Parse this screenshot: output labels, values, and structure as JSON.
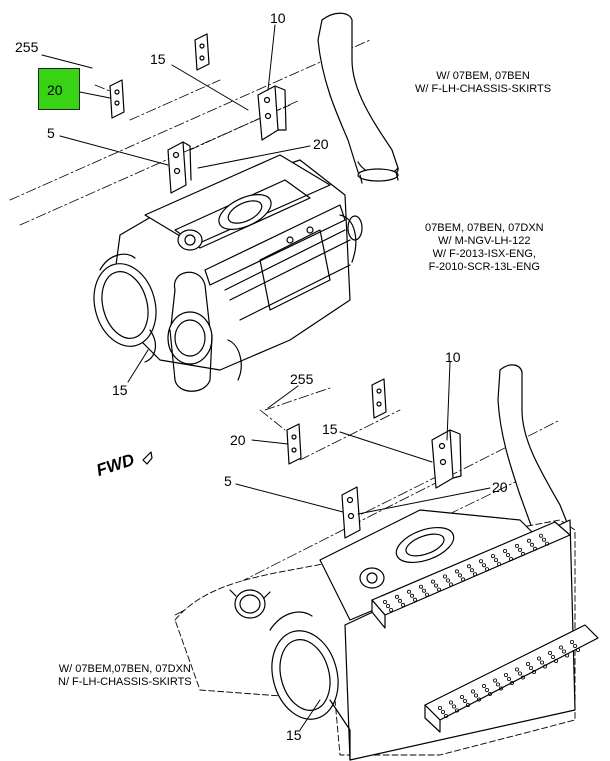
{
  "top": {
    "highlight_callout": "20",
    "callouts": {
      "c255": "255",
      "c10": "10",
      "c15_upper": "15",
      "c5": "5",
      "c20_right": "20",
      "c15_lower": "15"
    },
    "note_right_1": [
      "W/ 07BEM, 07BEN",
      "W/ F-LH-CHASSIS-SKIRTS"
    ],
    "note_right_2": [
      "07BEM, 07BEN, 07DXN",
      "W/ M-NGV-LH-122",
      "W/ F-2013-ISX-ENG,",
      "F-2010-SCR-13L-ENG"
    ]
  },
  "bottom": {
    "callouts": {
      "c255": "255",
      "c10": "10",
      "c20_left": "20",
      "c15_upper": "15",
      "c5": "5",
      "c20_right": "20",
      "c15_lower": "15"
    },
    "note_left": [
      "W/ 07BEM,07BEN, 07DXN",
      "N/ F-LH-CHASSIS-SKIRTS"
    ]
  },
  "fwd_label": "FWD",
  "colors": {
    "highlight": "#39d315",
    "line": "#000000",
    "fill": "#ffffff"
  }
}
